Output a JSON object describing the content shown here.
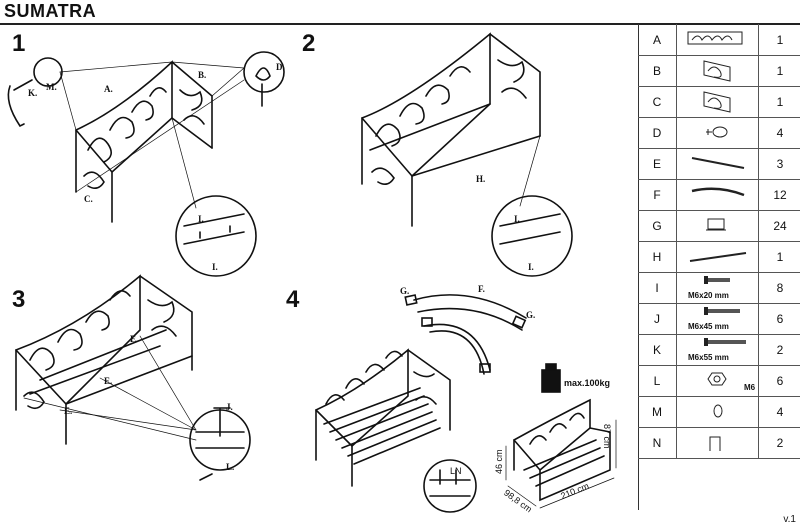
{
  "title": "SUMATRA",
  "version": "v.1",
  "steps": [
    "1",
    "2",
    "3",
    "4"
  ],
  "labels": {
    "s1_A": "A.",
    "s1_B": "B.",
    "s1_C": "C.",
    "s1_D": "D.",
    "s1_K": "K.",
    "s1_M": "M.",
    "s1_I1": "I.",
    "s1_I2": "I.",
    "s2_H": "H.",
    "s2_I1": "I.",
    "s2_I2": "I.",
    "s3_E1": "E.",
    "s3_E2": "E.",
    "s3_E3": "E.",
    "s3_J": "J.",
    "s3_L": "L.",
    "s4_G1": "G.",
    "s4_F": "F.",
    "s4_G2": "G.",
    "s4_detail": "LN",
    "max_load": "max.100kg",
    "dim_height": "87 cm",
    "dim_seat": "46 cm",
    "dim_length": "210 cm",
    "dim_depth": "98,8 cm"
  },
  "parts": [
    {
      "letter": "A",
      "qty": "1",
      "icon": "headboard-panel-icon",
      "note": ""
    },
    {
      "letter": "B",
      "qty": "1",
      "icon": "side-panel-icon",
      "note": ""
    },
    {
      "letter": "C",
      "qty": "1",
      "icon": "side-panel-icon",
      "note": ""
    },
    {
      "letter": "D",
      "qty": "4",
      "icon": "leg-cap-icon",
      "note": ""
    },
    {
      "letter": "E",
      "qty": "3",
      "icon": "rail-bar-icon",
      "note": ""
    },
    {
      "letter": "F",
      "qty": "12",
      "icon": "slat-icon",
      "note": ""
    },
    {
      "letter": "G",
      "qty": "24",
      "icon": "slat-holder-icon",
      "note": ""
    },
    {
      "letter": "H",
      "qty": "1",
      "icon": "long-bar-icon",
      "note": ""
    },
    {
      "letter": "I",
      "qty": "8",
      "icon": "bolt-icon",
      "note": "M6x20 mm"
    },
    {
      "letter": "J",
      "qty": "6",
      "icon": "bolt-icon",
      "note": "M6x45 mm"
    },
    {
      "letter": "K",
      "qty": "2",
      "icon": "bolt-icon",
      "note": "M6x55 mm"
    },
    {
      "letter": "L",
      "qty": "6",
      "icon": "nut-icon",
      "note": "M6"
    },
    {
      "letter": "M",
      "qty": "4",
      "icon": "washer-icon",
      "note": ""
    },
    {
      "letter": "N",
      "qty": "2",
      "icon": "allen-key-icon",
      "note": ""
    }
  ]
}
